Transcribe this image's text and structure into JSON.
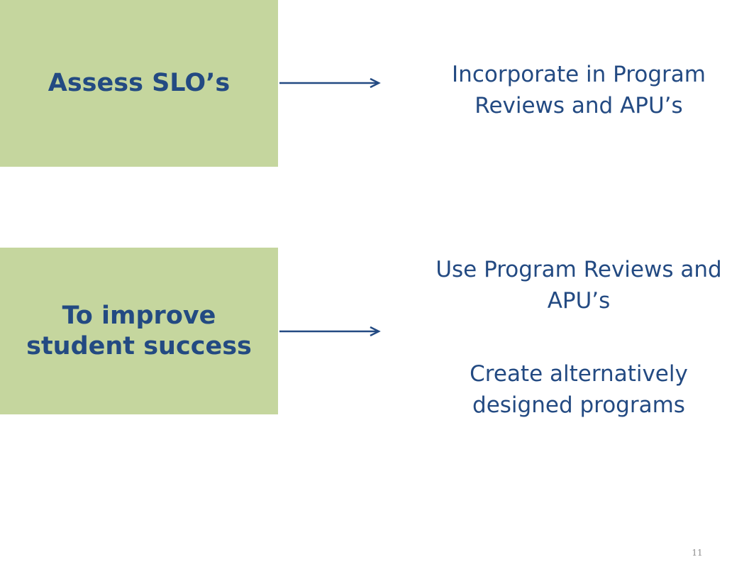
{
  "diagram": {
    "rows": [
      {
        "box_label": "Assess SLO’s",
        "targets": [
          "Incorporate in Program Reviews and APU’s"
        ]
      },
      {
        "box_label": "To improve student success",
        "targets": [
          "Use Program Reviews and APU’s",
          "Create alternatively designed programs"
        ]
      }
    ]
  },
  "colors": {
    "box_fill": "#c5d69e",
    "text": "#234a82",
    "arrow": "#234a82"
  },
  "footer": {
    "page_number": "11"
  }
}
